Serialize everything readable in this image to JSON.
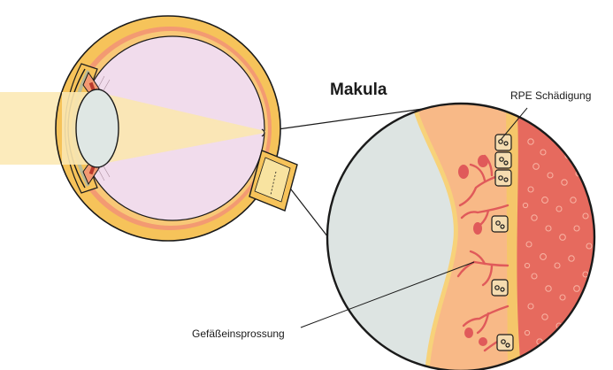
{
  "labels": {
    "title": "Makula",
    "rpe": "RPE Schädigung",
    "vessels": "Gefäßeinsprossung"
  },
  "colors": {
    "sclera": "#f6c35a",
    "choroid_band": "#f39a72",
    "vitreous": "#f1dcec",
    "lens": "#dfe7e4",
    "light_beam": "#fbe7b0",
    "retina_tissue": "#f8b987",
    "choroid_red": "#e66a5e",
    "vessel_red": "#e05a5a",
    "cell_fill": "#f5dcb0",
    "outline": "#1a1a1a"
  }
}
